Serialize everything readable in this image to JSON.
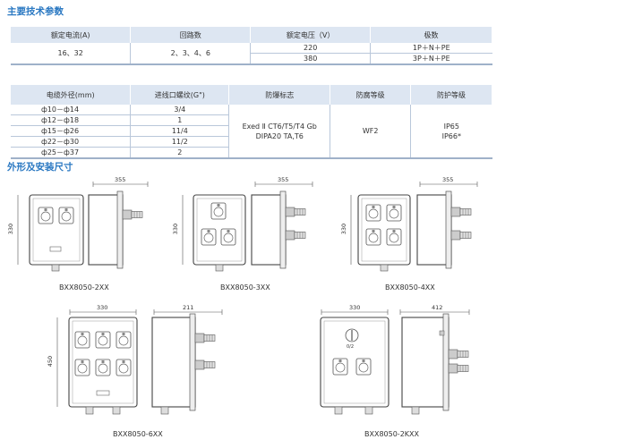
{
  "sections": {
    "main_params_title": "主要技术参数",
    "dimensions_title": "外形及安装尺寸"
  },
  "table1": {
    "headers": [
      "额定电流(A)",
      "回路数",
      "额定电压（V）",
      "极数"
    ],
    "current": "16、32",
    "circuits": "2、3、4、6",
    "rows": [
      {
        "voltage": "220",
        "poles": "1P＋N＋PE"
      },
      {
        "voltage": "380",
        "poles": "3P＋N＋PE"
      }
    ]
  },
  "table2": {
    "headers": [
      "电缆外径(mm)",
      "进线口螺纹(G\")",
      "防爆标志",
      "防腐等级",
      "防护等级"
    ],
    "rows": [
      {
        "cable": "ф10－ф14",
        "thread": "3/4"
      },
      {
        "cable": "ф12－ф18",
        "thread": "1"
      },
      {
        "cable": "ф15－ф26",
        "thread": "11/4"
      },
      {
        "cable": "ф22－ф30",
        "thread": "11/2"
      },
      {
        "cable": "ф25－ф37",
        "thread": "2"
      }
    ],
    "ex_mark_line1": "Exed Ⅱ CT6/T5/T4 Gb",
    "ex_mark_line2": "DIPA20 TA,T6",
    "anticorrosion": "WF2",
    "ip_line1": "IP65",
    "ip_line2": "IP66*"
  },
  "drawings": [
    {
      "model": "BXX8050-2XX",
      "width_dim": "355",
      "height_dim": "330"
    },
    {
      "model": "BXX8050-3XX",
      "width_dim": "355",
      "height_dim": "330"
    },
    {
      "model": "BXX8050-4XX",
      "width_dim": "355",
      "height_dim": "330"
    },
    {
      "model": "BXX8050-6XX",
      "front_width_dim": "330",
      "side_width_dim": "211",
      "height_dim": "450"
    },
    {
      "model": "BXX8050-2KXX",
      "front_width_dim": "330",
      "side_width_dim": "412"
    }
  ],
  "knob_label": "0/2"
}
